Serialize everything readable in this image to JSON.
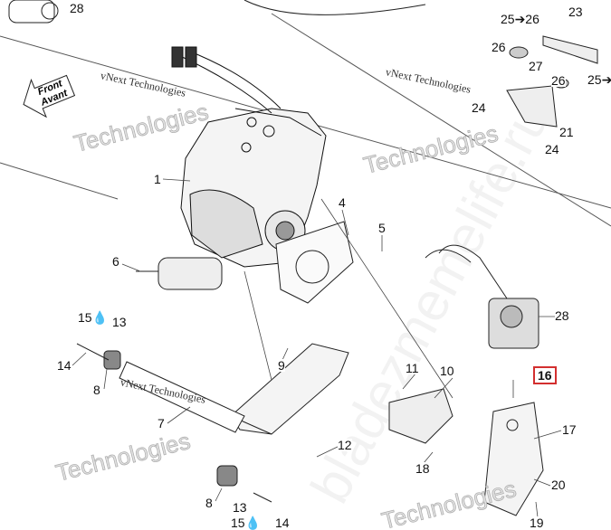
{
  "diagram": {
    "front_arrow": {
      "line1": "Front",
      "line2": "Avant"
    },
    "watermarks": {
      "small": "vNext Technologies",
      "large": "Technologies",
      "site": "bladezmemelife.ru"
    },
    "callouts": [
      "28",
      "25➔26",
      "23",
      "26",
      "27",
      "26",
      "25➔",
      "24",
      "21",
      "24",
      "1",
      "4",
      "5",
      "6",
      "15",
      "13",
      "28",
      "14",
      "9",
      "8",
      "11",
      "10",
      "16",
      "7",
      "17",
      "12",
      "18",
      "20",
      "8",
      "13",
      "15",
      "14",
      "19"
    ],
    "highlight": {
      "label": "16",
      "color": "#d32f2f"
    }
  }
}
